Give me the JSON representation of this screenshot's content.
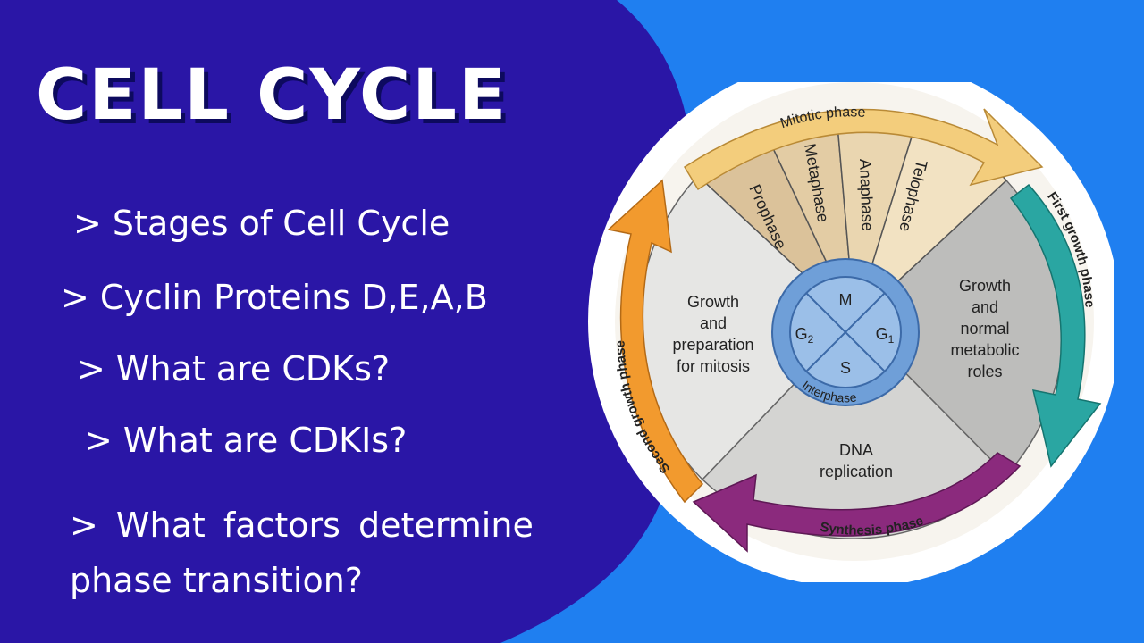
{
  "title": "CELL CYCLE",
  "bullets": [
    "> Stages of Cell Cycle",
    "> Cyclin Proteins  D,E,A,B",
    "> What are CDKs?",
    "> What are CDKIs?",
    "> What factors determine",
    "phase transition?"
  ],
  "diagram": {
    "outer_arrows": {
      "mitotic": "Mitotic phase",
      "first_growth": "First growth phase",
      "synthesis": "Synthesis phase",
      "second_growth": "Second growth phase"
    },
    "mitosis_stages": [
      "Prophase",
      "Metaphase",
      "Anaphase",
      "Telophase"
    ],
    "sectors": {
      "g2": [
        "Growth",
        "and",
        "preparation",
        "for mitosis"
      ],
      "g1": [
        "Growth",
        "and",
        "normal",
        "metabolic",
        "roles"
      ],
      "s": [
        "DNA",
        "replication"
      ]
    },
    "center": {
      "m": "M",
      "g1": "G",
      "g1_sub": "1",
      "g2": "G",
      "g2_sub": "2",
      "s": "S",
      "ring_label": "Interphase"
    }
  },
  "colors": {
    "left_panel": "#2a16a6",
    "background": "#1f7ff0",
    "title_shadow": "#0d0a5e",
    "mitotic_arrow": "#f3cd7c",
    "first_growth_arrow": "#2aa6a2",
    "synthesis_arrow": "#8b2a7d",
    "second_growth_arrow": "#f29a2e",
    "mitosis_tan": "#dcc39a",
    "center_blue": "#8fb6e3"
  },
  "icons": [
    "cell-cycle-diagram"
  ]
}
